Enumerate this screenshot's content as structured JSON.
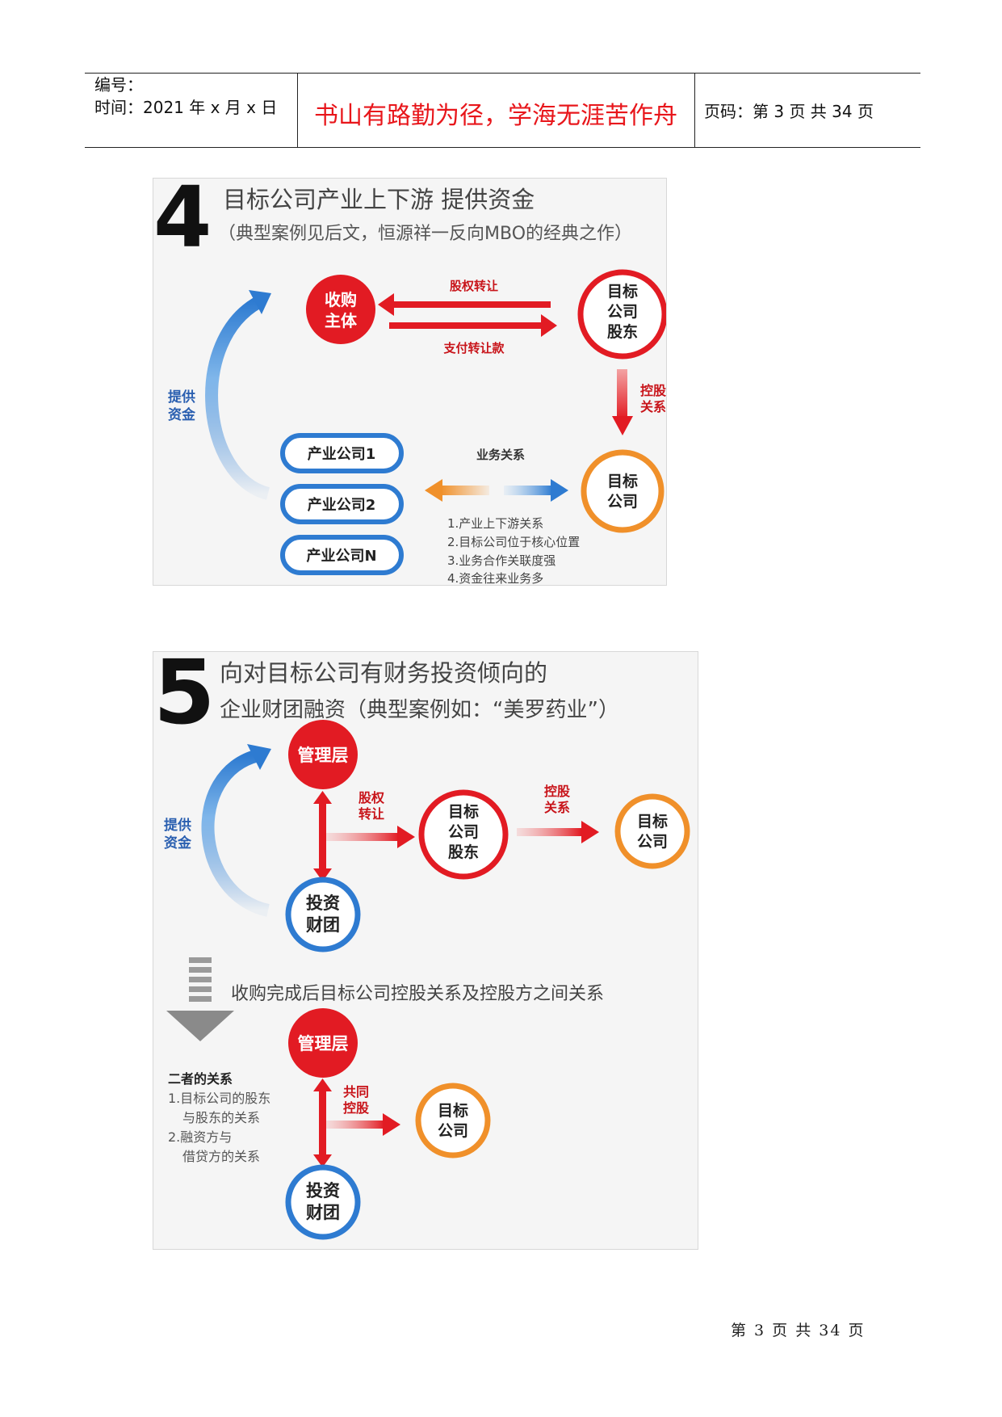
{
  "header": {
    "number_label": "编号：",
    "time_label": "时间：2021 年 x 月 x 日",
    "motto": "书山有路勤为径，学海无涯苦作舟",
    "page_code": "页码：第 3 页  共 34 页"
  },
  "fig4": {
    "number": "4",
    "title": "目标公司产业上下游 提供资金",
    "subtitle": "（典型案例见后文，恒源祥一反向MBO的经典之作）",
    "buyer_line1": "收购",
    "buyer_line2": "主体",
    "shareholder_line1": "目标",
    "shareholder_line2": "公司",
    "shareholder_line3": "股东",
    "equity_transfer": "股权转让",
    "payment": "支付转让款",
    "control_line1": "控股",
    "control_line2": "关系",
    "fund_line1": "提供",
    "fund_line2": "资金",
    "companies": [
      "产业公司1",
      "产业公司2",
      "产业公司N"
    ],
    "business_relation": "业务关系",
    "target_line1": "目标",
    "target_line2": "公司",
    "notes": [
      "1.产业上下游关系",
      "2.目标公司位于核心位置",
      "3.业务合作关联度强",
      "4.资金往来业务多"
    ]
  },
  "fig5": {
    "number": "5",
    "title": "向对目标公司有财务投资倾向的",
    "subtitle": "企业财团融资（典型案例如：“美罗药业”）",
    "mgmt": "管理层",
    "fund_line1": "提供",
    "fund_line2": "资金",
    "equity_line1": "股权",
    "equity_line2": "转让",
    "shareholder_line1": "目标",
    "shareholder_line2": "公司",
    "shareholder_line3": "股东",
    "control_line1": "控股",
    "control_line2": "关系",
    "target_line1": "目标",
    "target_line2": "公司",
    "investor_line1": "投资",
    "investor_line2": "财团",
    "after_caption": "收购完成后目标公司控股关系及控股方之间关系",
    "mgmt2": "管理层",
    "joint_line1": "共同",
    "joint_line2": "控股",
    "target2_line1": "目标",
    "target2_line2": "公司",
    "investor2_line1": "投资",
    "investor2_line2": "财团",
    "relation_title": "二者的关系",
    "relation_items": [
      "1.目标公司的股东",
      "与股东的关系",
      "2.融资方与",
      "借贷方的关系"
    ]
  },
  "colors": {
    "red": "#e21b23",
    "orange": "#f0902a",
    "blue": "#2e7bd1",
    "light_blue": "#7fb6ea",
    "gray": "#8a8a8a"
  },
  "footer": {
    "page": "第 3 页 共 34 页"
  }
}
